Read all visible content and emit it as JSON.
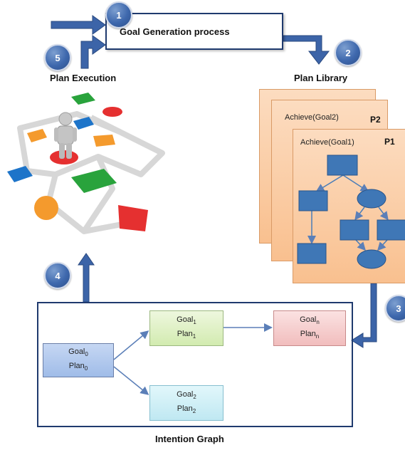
{
  "goal_process": {
    "label": "Goal Generation process"
  },
  "badges": [
    "1",
    "2",
    "3",
    "4",
    "5"
  ],
  "plan_execution": {
    "label": "Plan Execution"
  },
  "plan_library": {
    "label": "Plan Library",
    "sheet2": {
      "title": "Achieve(Goal2)",
      "tag": "P2"
    },
    "sheet1": {
      "title": "Achieve(Goal1)",
      "tag": "P1"
    }
  },
  "intention_graph": {
    "label": "Intention Graph",
    "nodes": [
      {
        "goal": "Goal",
        "goal_sub": "0",
        "plan": "Plan",
        "plan_sub": "0",
        "color": "#aac4ec"
      },
      {
        "goal": "Goal",
        "goal_sub": "1",
        "plan": "Plan",
        "plan_sub": "1",
        "color": "#dbeebb"
      },
      {
        "goal": "Goal",
        "goal_sub": "n",
        "plan": "Plan",
        "plan_sub": "n",
        "color": "#f4c9c9"
      },
      {
        "goal": "Goal",
        "goal_sub": "2",
        "plan": "Plan",
        "plan_sub": "2",
        "color": "#c9eef6"
      }
    ]
  },
  "colors": {
    "arrow": "#3c64a8",
    "frame": "#1f3a6e",
    "flow_node": "#3f77b6"
  }
}
